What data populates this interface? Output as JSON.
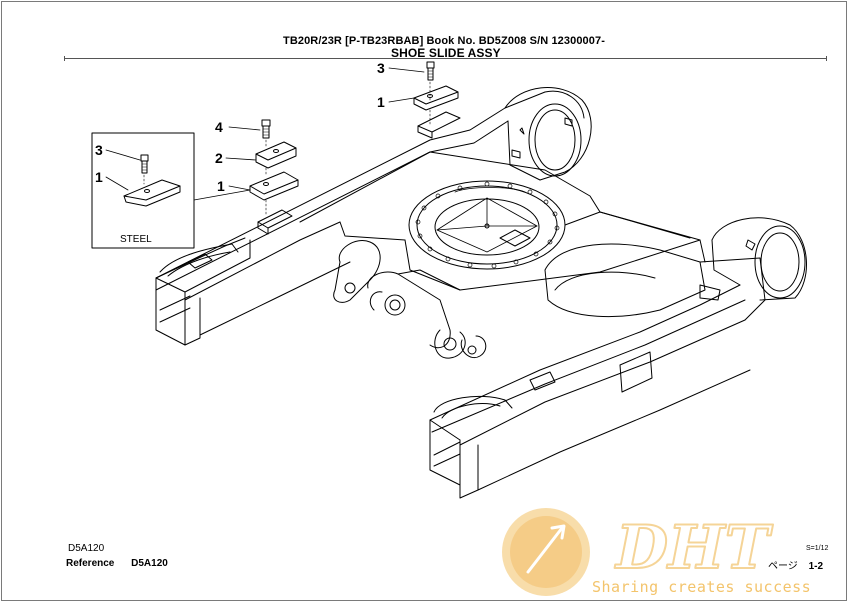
{
  "header": {
    "model_line": "TB20R/23R [P-TB23RBAB]  Book No. BD5Z008  S/N 12300007-",
    "title": "SHOE SLIDE ASSY"
  },
  "callouts": [
    {
      "id": "3",
      "label": "3"
    },
    {
      "id": "1",
      "label": "1"
    },
    {
      "id": "4",
      "label": "4"
    },
    {
      "id": "2",
      "label": "2"
    },
    {
      "id": "1b",
      "label": "1"
    },
    {
      "id": "3b",
      "label": "3"
    },
    {
      "id": "1c",
      "label": "1"
    }
  ],
  "inset": {
    "caption": "STEEL"
  },
  "footer": {
    "code": "D5A120",
    "reference_label": "Reference",
    "reference_value": "D5A120",
    "scale": "S=1/12",
    "page_label": "ページ",
    "page_value": "1-2"
  },
  "watermark": {
    "brand": "DHT",
    "tagline": "Sharing creates success",
    "color": "#f3b64a"
  }
}
